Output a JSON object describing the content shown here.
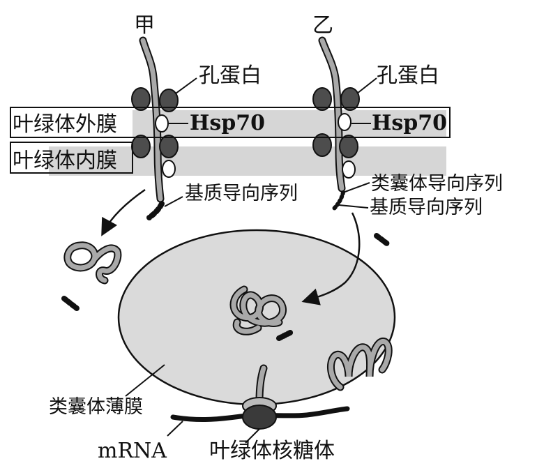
{
  "labels": {
    "jia": "甲",
    "yi": "乙",
    "pore_protein_left": "孔蛋白",
    "pore_protein_right": "孔蛋白",
    "outer_membrane": "叶绿体外膜",
    "inner_membrane": "叶绿体内膜",
    "hsp70_left": "Hsp70",
    "hsp70_right": "Hsp70",
    "stroma_signal_left": "基质导向序列",
    "thylakoid_signal_right": "类囊体导向序列",
    "stroma_signal_right": "基质导向序列",
    "thylakoid_membrane": "类囊体薄膜",
    "mrna": "mRNA",
    "ribosome": "叶绿体核糖体"
  },
  "colors": {
    "membrane_band": "#d6d6d6",
    "thylakoid_fill": "#dadada",
    "chain": "#a9a9a9",
    "porin": "#4d4d4d",
    "ribosome": "#3a3a3a",
    "line": "#111111"
  }
}
